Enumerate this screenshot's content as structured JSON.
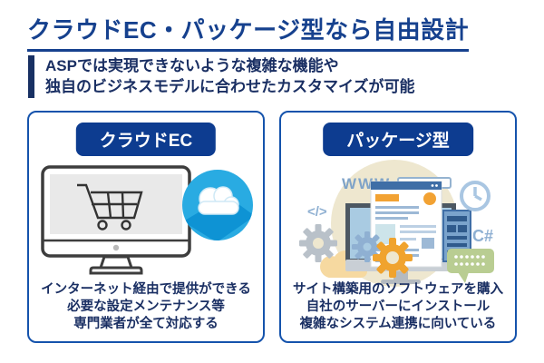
{
  "page": {
    "title": "クラウドEC・パッケージ型なら自由設計",
    "subtitle_line1": "ASPでは実現できないような複雑な機能や",
    "subtitle_line2": "独自のビジネスモデルに合わせたカスタマイズが可能"
  },
  "cards": [
    {
      "badge": "クラウドEC",
      "desc_line1": "インターネット経由で提供ができる",
      "desc_line2": "必要な設定メンテナンス等",
      "desc_line3": "専門業者が全て対応する"
    },
    {
      "badge": "パッケージ型",
      "desc_line1": "サイト構築用のソフトウェアを購入",
      "desc_line2": "自社のサーバーにインストール",
      "desc_line3": "複雑なシステム連携に向いている"
    }
  ],
  "illustrations": {
    "package": {
      "www": "WWW",
      "code": "</>",
      "csharp": "C#"
    }
  },
  "colors": {
    "title_blue": "#16418e",
    "navy_text": "#1a2f63",
    "card_border": "#1553ac",
    "badge_bg": "#0d3c90",
    "cloud_blue": "#29abe2",
    "cloud_shadow": "#0e93d4",
    "accent_orange": "#f2a233",
    "steel_blue": "#8fb0d2",
    "bubble_green": "#b9cd92"
  }
}
